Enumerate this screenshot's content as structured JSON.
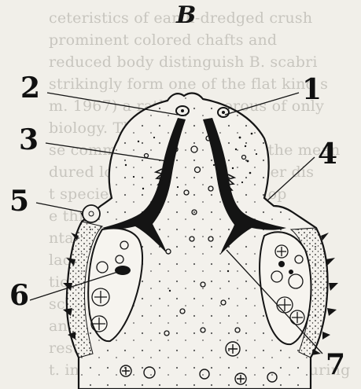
{
  "figure": {
    "letter": "B"
  },
  "background_text": [
    "ceteristics of earth-dredged crush",
    "prominent colored chafts and",
    "reduced body distinguish B. scabri",
    "strikingly form one of the flat kind s",
    "m. 1967) a rather numerous of only",
    "biology. The sight, with the",
    "se common transversely for the mean",
    "dured long bridge in a number dis",
    "t species of the mixed in Aplop",
    "e three families, as well as",
    "ntation a small gap as, is a",
    "lacked among the preserved in the",
    "tion of animals, a conspicuous by",
    "sclerotized about the surface small.",
    "and. The sensilla in order. A sig",
    "rest, small ventral cover, to the",
    "t. in any for the very low dense, during"
  ],
  "callouts": [
    {
      "id": "1",
      "label": "1"
    },
    {
      "id": "2",
      "label": "2"
    },
    {
      "id": "3",
      "label": "3"
    },
    {
      "id": "4",
      "label": "4"
    },
    {
      "id": "5",
      "label": "5"
    },
    {
      "id": "6",
      "label": "6"
    },
    {
      "id": "7",
      "label": "7"
    }
  ],
  "colors": {
    "ink": "#141414",
    "paper": "#f1efe9",
    "ghost_text": "#a6a39c"
  }
}
